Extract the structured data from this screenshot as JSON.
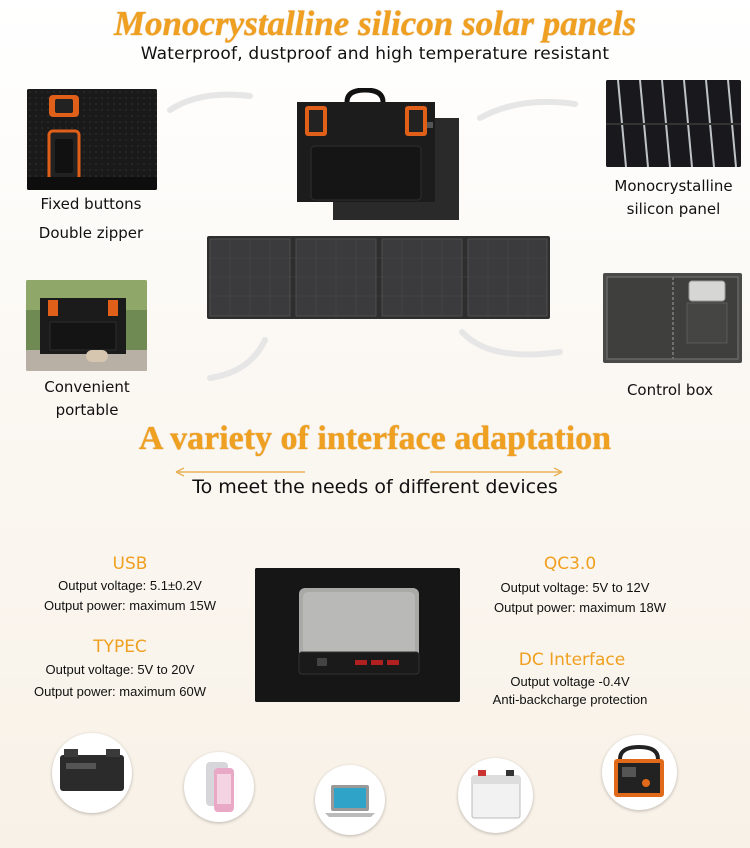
{
  "header": {
    "title": "Monocrystalline silicon solar panels",
    "subtitle": "Waterproof, dustproof and high temperature resistant"
  },
  "features": {
    "fixed_buttons": "Fixed buttons",
    "double_zipper": "Double zipper",
    "mono_panel_line1": "Monocrystalline",
    "mono_panel_line2": "silicon panel",
    "convenient_line1": "Convenient",
    "convenient_line2": "portable",
    "control_box": "Control box"
  },
  "interface": {
    "title": "A variety of interface adaptation",
    "subtitle": "To meet the needs of different devices",
    "usb": {
      "name": "USB",
      "voltage": "Output voltage: 5.1±0.2V",
      "power": "Output power: maximum 15W"
    },
    "typec": {
      "name": "TYPEC",
      "voltage": "Output voltage: 5V to 20V",
      "power": "Output power: maximum 60W"
    },
    "qc": {
      "name": "QC3.0",
      "voltage": "Output voltage: 5V to 12V",
      "power": "Output power: maximum 18W"
    },
    "dc": {
      "name": "DC Interface",
      "voltage": "Output voltage -0.4V",
      "protection": "Anti-backcharge protection"
    }
  },
  "colors": {
    "accent": "#f0a020",
    "panel": "#3a3a3a",
    "bag": "#1c1c1c",
    "orange_part": "#e0601a"
  },
  "devices": [
    "car-battery-icon",
    "smartphone-icon",
    "laptop-icon",
    "storage-battery-icon",
    "power-station-icon"
  ]
}
